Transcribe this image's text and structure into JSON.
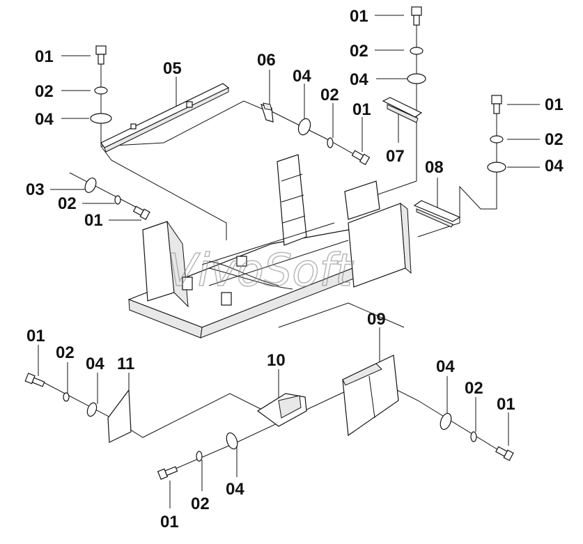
{
  "watermark": "VivoSoft",
  "labels": {
    "l01_tl": "01",
    "l02_tl": "02",
    "l04_tl": "04",
    "l05": "05",
    "l06": "06",
    "l04_mid": "04",
    "l02_mid": "02",
    "l01_mid": "01",
    "l01_tc": "01",
    "l02_tc": "02",
    "l04_tc": "04",
    "l07": "07",
    "l01_r": "01",
    "l02_r": "02",
    "l04_r": "04",
    "l08": "08",
    "l03_l": "03",
    "l02_l": "02",
    "l01_l": "01",
    "l09": "09",
    "l01_bl": "01",
    "l02_bl": "02",
    "l04_bl": "04",
    "l11": "11",
    "l10": "10",
    "l04_br": "04",
    "l02_br": "02",
    "l01_br": "01",
    "l01_bc": "01",
    "l02_bc": "02",
    "l04_bc": "04"
  }
}
